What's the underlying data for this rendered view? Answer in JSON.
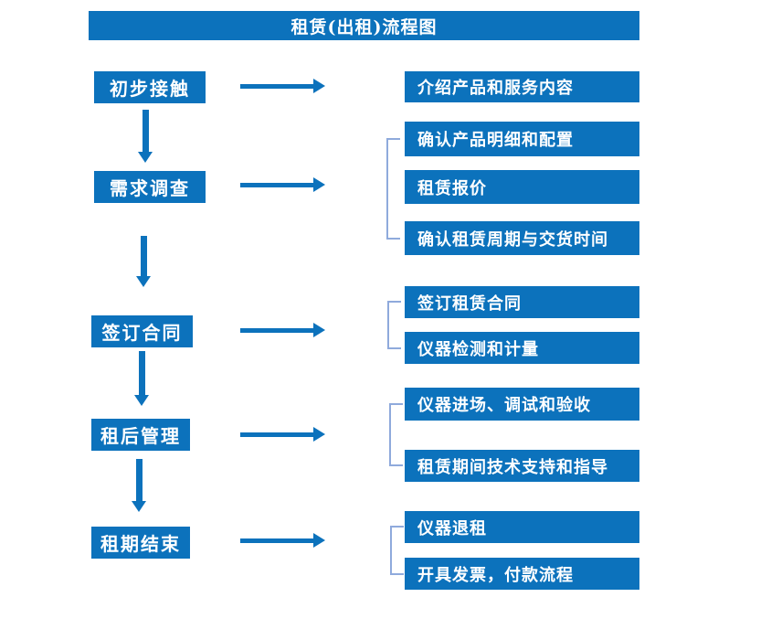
{
  "title": "租赁(出租)流程图",
  "colors": {
    "primary": "#0C72BC",
    "bracket": "#8FAADC",
    "box_text": "#FFFFFF",
    "background": "#FFFFFF"
  },
  "stages": [
    {
      "label": "初步接触",
      "details": [
        "介绍产品和服务内容"
      ]
    },
    {
      "label": "需求调查",
      "details": [
        "确认产品明细和配置",
        "租赁报价",
        "确认租赁周期与交货时间"
      ]
    },
    {
      "label": "签订合同",
      "details": [
        "签订租赁合同",
        "仪器检测和计量"
      ]
    },
    {
      "label": "租后管理",
      "details": [
        "仪器进场、调试和验收",
        "租赁期间技术支持和指导"
      ]
    },
    {
      "label": "租期结束",
      "details": [
        "仪器退租",
        "开具发票，付款流程"
      ]
    }
  ]
}
